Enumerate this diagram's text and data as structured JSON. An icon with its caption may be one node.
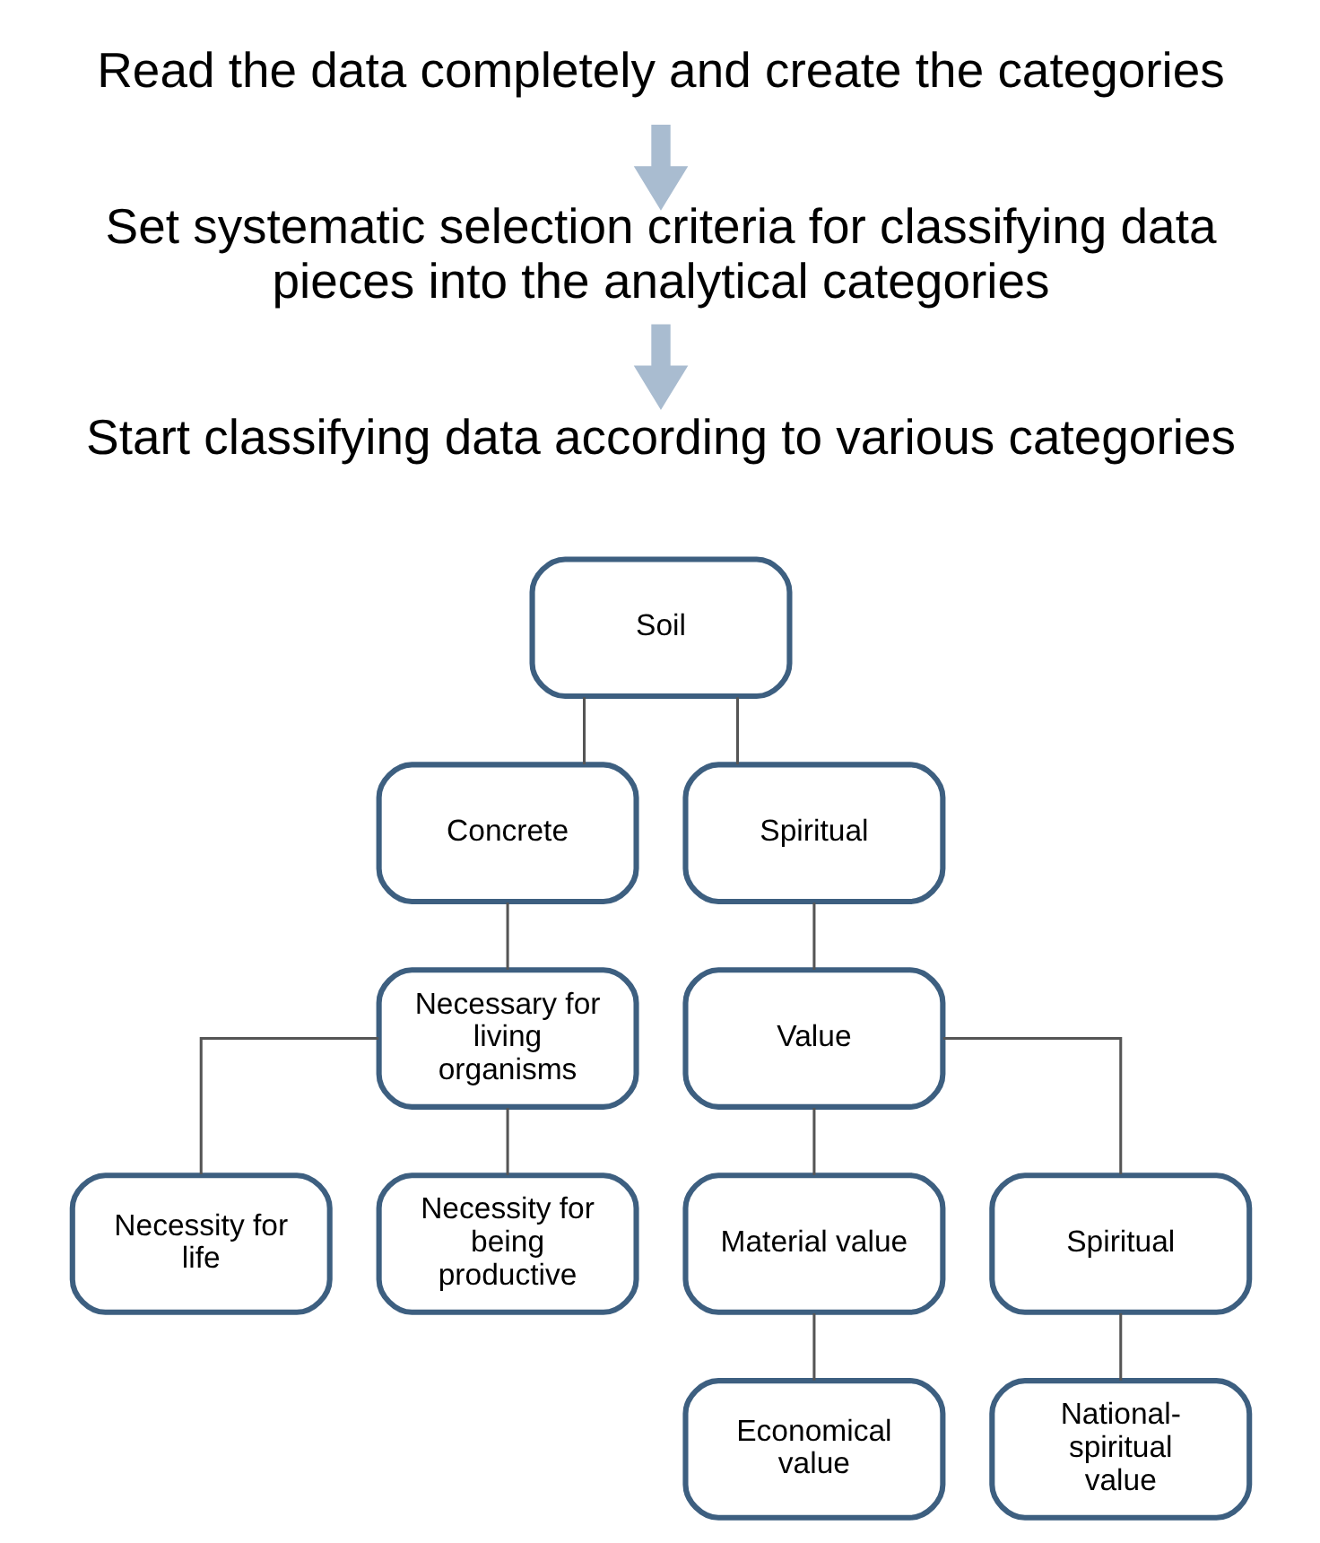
{
  "diagram": {
    "nodes": [
      {
        "text": [
          "Read the data completely and create the categories"
        ]
      },
      {
        "text": [
          "Set systematic selection criteria for classifying data pieces into the analytical categories"
        ]
      },
      {
        "text": [
          "Start classifying data according to various categories"
        ]
      },
      {
        "text": [
          "Soil"
        ]
      },
      {
        "text": [
          "Concrete"
        ]
      },
      {
        "text": [
          "Spiritual"
        ]
      },
      {
        "text": [
          "Necessary for living organisms"
        ]
      },
      {
        "text": [
          "Value"
        ]
      },
      {
        "text": [
          "Necessity for life"
        ]
      },
      {
        "text": [
          "Necessity for being productive"
        ]
      },
      {
        "text": [
          "Material value"
        ]
      },
      {
        "text": [
          "Spiritual"
        ]
      },
      {
        "text": [
          "Economical value"
        ]
      },
      {
        "text": [
          "National-spiritual value"
        ]
      }
    ],
    "edges": [
      {
        "from": 0,
        "to": 1,
        "arrow": "to",
        "style": "thick",
        "color": "#a9bcd0"
      },
      {
        "from": 1,
        "to": 2,
        "arrow": "to",
        "style": "thick",
        "color": "#a9bcd0"
      },
      {
        "from": 3,
        "to": 4,
        "arrow": "none"
      },
      {
        "from": 3,
        "to": 5,
        "arrow": "none"
      },
      {
        "from": 4,
        "to": 6,
        "arrow": "none"
      },
      {
        "from": 5,
        "to": 7,
        "arrow": "none"
      },
      {
        "from": 6,
        "to": 8,
        "arrow": "none"
      },
      {
        "from": 6,
        "to": 9,
        "arrow": "none"
      },
      {
        "from": 7,
        "to": 10,
        "arrow": "none"
      },
      {
        "from": 7,
        "to": 11,
        "arrow": "none"
      },
      {
        "from": 10,
        "to": 12,
        "arrow": "none"
      },
      {
        "from": 11,
        "to": 13,
        "arrow": "none"
      }
    ]
  }
}
